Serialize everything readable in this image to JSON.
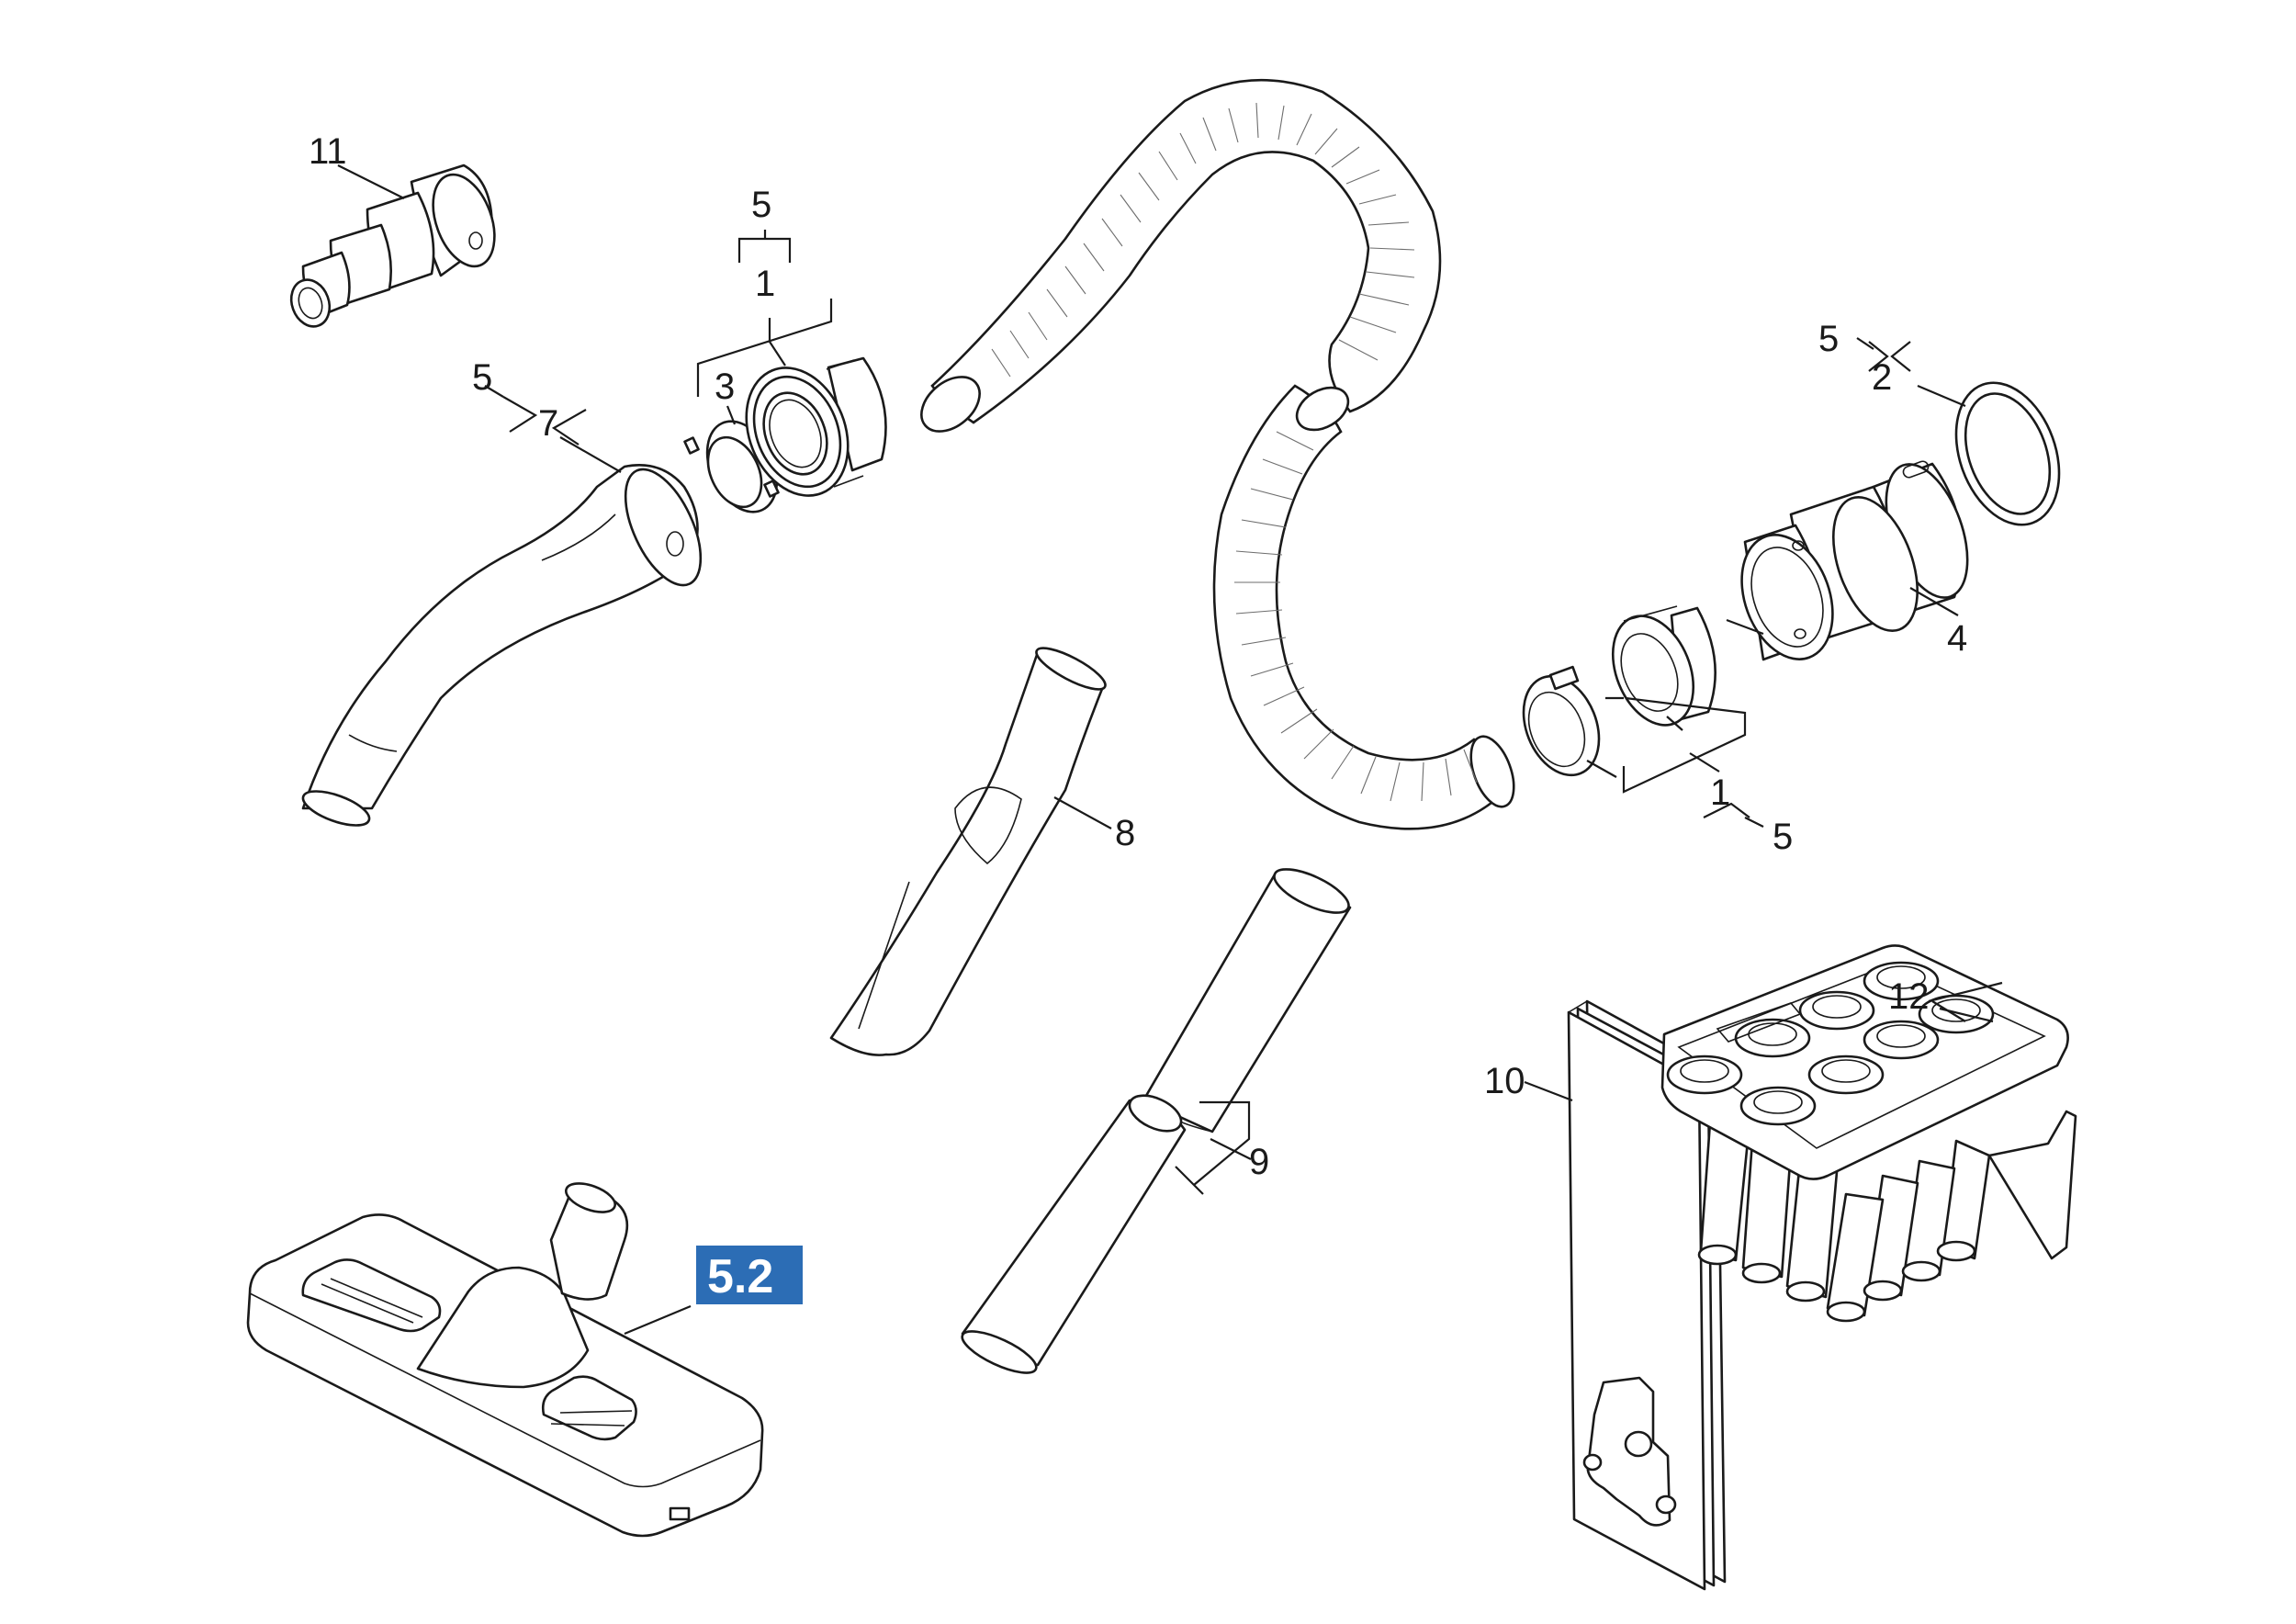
{
  "labels": {
    "l11": "11",
    "l5_a": "5",
    "l1_a": "1",
    "l5_b": "5",
    "l7": "7",
    "l3": "3",
    "l5_c": "5",
    "l2": "2",
    "l4": "4",
    "l1_b": "1",
    "l5_d": "5",
    "l8": "8",
    "l9": "9",
    "l10": "10",
    "l12": "12"
  },
  "badge": {
    "text": "5.2",
    "color": "#2c6db5"
  },
  "icons": {
    "reducer": "reducer-adapter-icon",
    "elbow": "hose-elbow-handle-icon",
    "clip": "clip-ring-icon",
    "coupling": "hose-coupling-icon",
    "hose": "suction-hose-icon",
    "seal": "seal-ring-icon",
    "connector": "hose-connector-icon",
    "crevice": "crevice-nozzle-icon",
    "tubes": "extension-tube-icon",
    "floor": "floor-nozzle-icon",
    "bag": "filter-bag-icon",
    "filter": "cartridge-filter-icon"
  }
}
